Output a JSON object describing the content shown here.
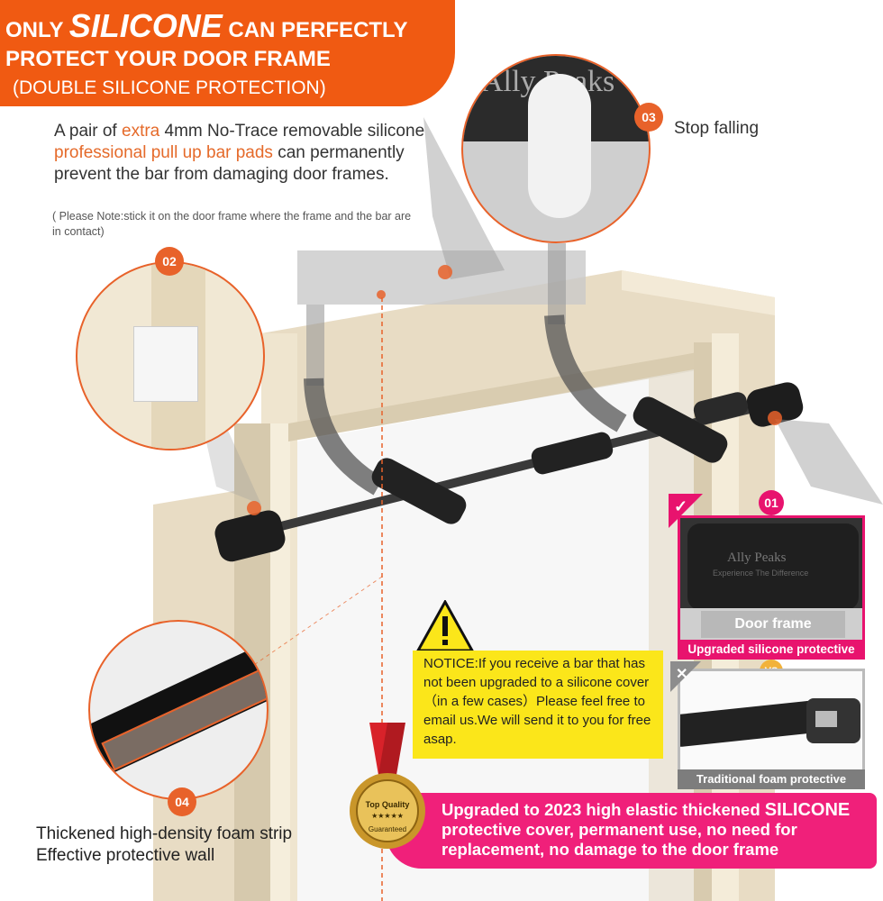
{
  "banner": {
    "line1_prefix": "ONLY ",
    "line1_emph": "SILICONE",
    "line1_suffix": " CAN PERFECTLY",
    "line2": "PROTECT YOUR DOOR FRAME",
    "line3": "(DOUBLE SILICONE PROTECTION)"
  },
  "intro": {
    "t1": "A pair of ",
    "t2": "extra",
    "t3": " 4mm No-Trace removable silicone ",
    "t4": "professional pull up bar pads",
    "t5": " can permanently prevent the bar from damaging door frames."
  },
  "note": "( Please Note:stick it on the door frame where the frame and the bar are in contact)",
  "callouts": {
    "c01": "01",
    "c02": "02",
    "c03": "03",
    "c04": "04",
    "stop_falling": "Stop falling",
    "foam_strip": "Thickened high-density foam strip Effective protective wall",
    "brand": "Ally Peaks"
  },
  "compare": {
    "door_frame": "Door frame",
    "upgraded": "Upgraded silicone protective",
    "vs": "VS",
    "traditional": "Traditional foam protective",
    "brand": "Ally Peaks",
    "slogan": "Experience The Difference"
  },
  "notice": {
    "text": "NOTICE:If you receive a bar that has not been upgraded to a silicone cover （in a few cases）Please feel free to email us.We will send it to you for free asap."
  },
  "medal": {
    "top": "Top Quality",
    "stars": "★★★★★",
    "bottom": "Guaranteed"
  },
  "bottom_banner": {
    "p1": "Upgraded to 2023 high elastic thickened ",
    "p2": "SILICONE",
    "p3": " protective cover, permanent use, no need for replacement,  no damage to the door frame"
  },
  "colors": {
    "orange": "#f05a12",
    "pink": "#e8136e",
    "yellow": "#fbe61a"
  }
}
